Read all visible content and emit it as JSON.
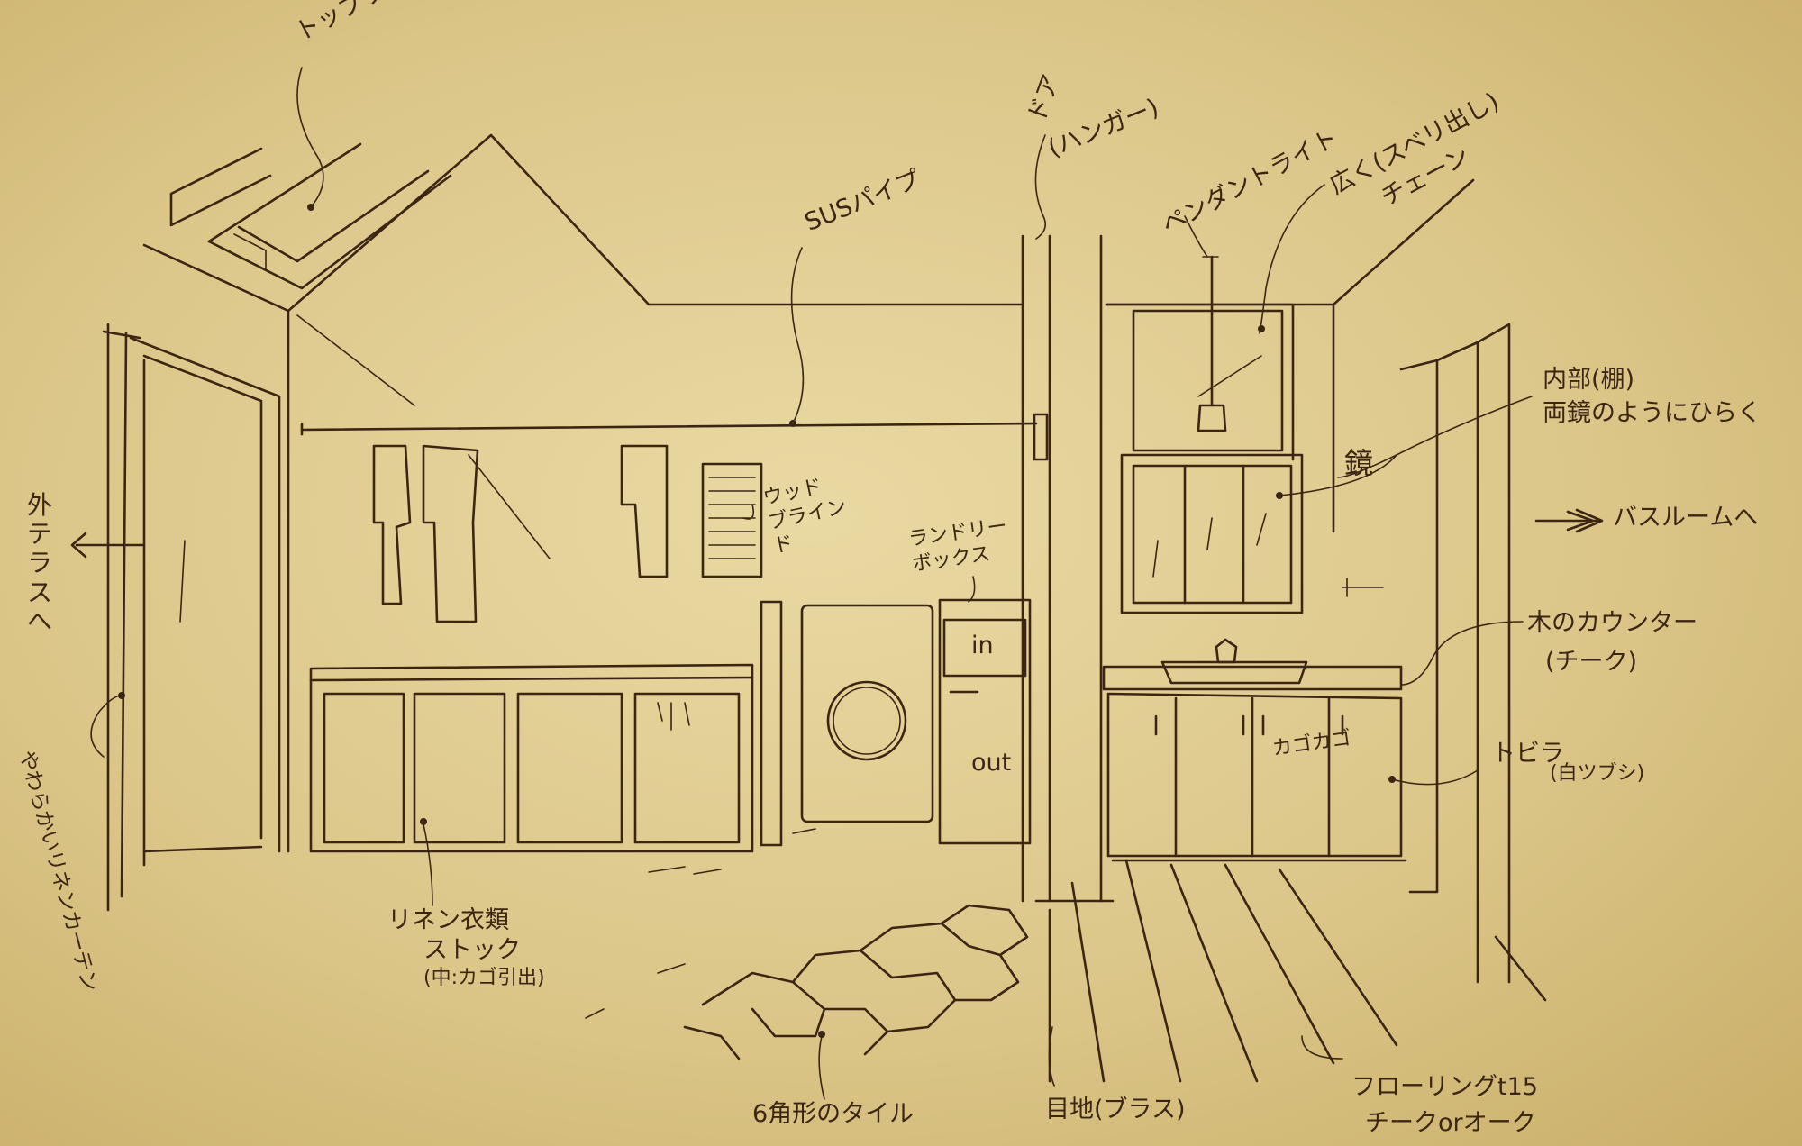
{
  "labels": {
    "toplight": "トップライト",
    "sus_pipe": "SUSパイプ",
    "door_hanger": "ドア",
    "door_hanger_sub": "(ハンガー)",
    "pendant_light": "ペンダントライト",
    "wide_mirror": "広く(スベリ出し)",
    "wide_mirror_sub": "チェーン",
    "interior_shelf": "内部(棚)",
    "interior_shelf_sub": "両鏡のようにひらく",
    "mirror": "鏡",
    "to_bathroom": "バスルームへ",
    "wood_counter": "木のカウンター",
    "wood_counter_sub": "(チーク)",
    "door_white": "トビラ",
    "door_white_sub": "(白ツブシ)",
    "wood_blind": "ウッド ブラインド",
    "laundry_box": "ランドリー ボックス",
    "laundry_in": "in",
    "laundry_out": "out",
    "basket": "カゴカゴ",
    "to_outside": "外テラスへ",
    "curtain": "やわらかいリネンカーテン",
    "linen_stock": "リネン衣類",
    "linen_stock_sub": "ストック",
    "linen_stock_note": "(中:カゴ引出)",
    "hex_tile": "6角形のタイル",
    "joint_brass": "目地(ブラス)",
    "flooring": "フローリングt15",
    "flooring_sub": "チークorオーク"
  }
}
